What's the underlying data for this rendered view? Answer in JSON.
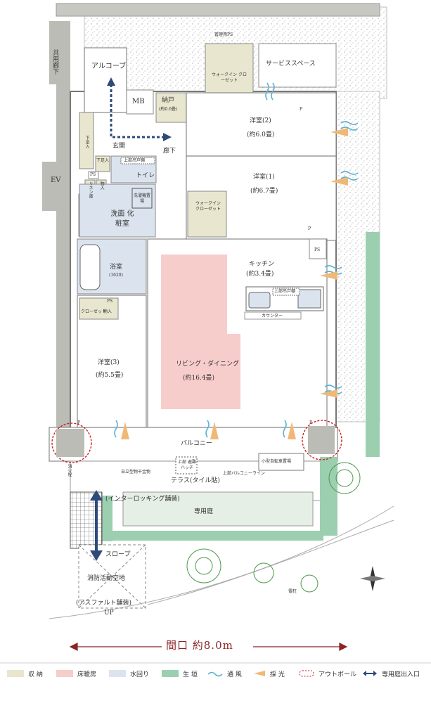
{
  "colors": {
    "storage": "#e9e6cf",
    "floor_heating": "#f7cdcc",
    "water": "#dbe4ee",
    "hedge": "#9ccfb0",
    "wall": "#bcbcb6",
    "wind": "#5db3d6",
    "light": "#f0b877",
    "outpole": "#cc2222",
    "entry_arrow": "#2e4a7a",
    "frontage": "#8a2525"
  },
  "labels": {
    "common_corridor": "共用廊下",
    "alcove": "アルコーブ",
    "mb": "MB",
    "storeroom": "納戸",
    "storeroom_size": "(約0.6畳)",
    "walkin_closet_top": "ウォークイン クローゼット",
    "service_space": "サービススペース",
    "piping_space_top": "管理用PS",
    "western_room_2": "洋室(2)",
    "western_room_2_size": "(約6.0畳)",
    "shoe_box": "下足入",
    "shoe_box_2": "下足入",
    "entrance": "玄関",
    "hallway": "廊下",
    "upper_cabinet_toilet": "上部吊戸棚",
    "toilet": "トイレ",
    "ev": "EV",
    "ps": "PS",
    "linen": "リネン庫",
    "shelf": "物入",
    "western_room_1": "洋室(1)",
    "western_room_1_size": "(約6.7畳)",
    "walkin_closet_mid": "ウォークイン クローゼット",
    "washer": "洗濯機置場",
    "washroom": "洗面 化粧室",
    "ps2": "PS",
    "bathroom": "浴室",
    "bath_size": "(1620)",
    "kitchen": "キッチン",
    "kitchen_size": "(約3.4畳)",
    "upper_cabinet_kitchen": "上部吊戸棚",
    "counter": "カウンター",
    "ps3": "PS",
    "closet_b": "クローゼット",
    "storage_b": "物入",
    "western_room_3": "洋室(3)",
    "western_room_3_size": "(約5.5畳)",
    "living": "リビング・ダイニング",
    "living_size": "(約16.4畳)",
    "balcony": "バルコニー",
    "dryer": "自立型物干金物",
    "hatch": "上部 避難ハッチ",
    "terrace": "テラス(タイル貼)",
    "balcony_line": "上部バルコニーライン",
    "bike": "小型自転車置場",
    "interlocking": "(インターロッキング舗装)",
    "private_garden": "専用庭",
    "slope": "スロープ",
    "fire_space": "消防活動空地",
    "asphalt": "(アスファルト舗装)",
    "up": "UP",
    "pole": "電柱",
    "p1": "P",
    "p2": "P",
    "p3": "P",
    "p4": "P",
    "hydrant": "消火栓"
  },
  "frontage": "間口 約8.0m",
  "legend": [
    {
      "label": "収 納",
      "type": "swatch",
      "color": "#e9e6cf"
    },
    {
      "label": "床暖房",
      "type": "swatch",
      "color": "#f7cdcc"
    },
    {
      "label": "水回り",
      "type": "swatch",
      "color": "#dbe4ee"
    },
    {
      "label": "生 垣",
      "type": "swatch",
      "color": "#9ccfb0"
    },
    {
      "label": "通 風",
      "type": "wind",
      "color": "#5db3d6"
    },
    {
      "label": "採 光",
      "type": "light",
      "color": "#f0b877"
    },
    {
      "label": "アウトポール",
      "type": "pole",
      "color": "#cc2222"
    },
    {
      "label": "専用庭出入口",
      "type": "arrow",
      "color": "#2e4a7a"
    }
  ]
}
